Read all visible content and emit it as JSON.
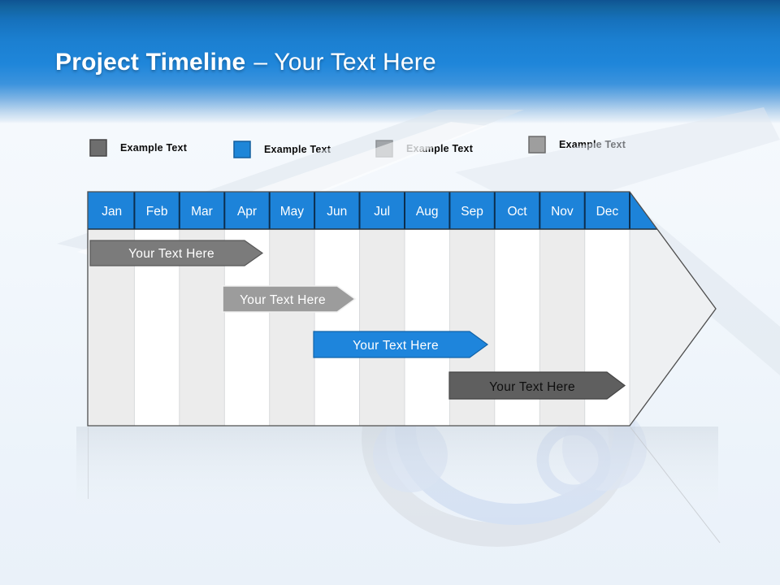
{
  "slide": {
    "title": {
      "bold": "Project Timeline",
      "light": "– Your Text Here"
    }
  },
  "legend": {
    "items": [
      {
        "label": "Example Text",
        "color": "#6e6e6e",
        "border": "#464646"
      },
      {
        "label": "Example Text",
        "color": "#1e86d8",
        "border": "#135f9e"
      },
      {
        "label": "Example Text",
        "color": "#676767",
        "border": "#414141"
      },
      {
        "label": "Example Text",
        "color": "#9e9e9e",
        "border": "#6b6b6b"
      }
    ]
  },
  "timeline": {
    "months": [
      "Jan",
      "Feb",
      "Mar",
      "Apr",
      "May",
      "Jun",
      "Jul",
      "Aug",
      "Sep",
      "Oct",
      "Nov",
      "Dec"
    ],
    "header_color": "#1d83d9",
    "bars": [
      {
        "label": "Your Text Here",
        "fill": "#7b7b7b",
        "stroke": "#585858",
        "text_color": "#ffffff",
        "start": "Jan",
        "end": "mid-Apr"
      },
      {
        "label": "Your Text Here",
        "fill": "#9c9c9c",
        "stroke": "#f0f0f0",
        "text_color": "#ffffff",
        "start": "Apr",
        "end": "mid-Jun"
      },
      {
        "label": "Your Text Here",
        "fill": "#1e85dc",
        "stroke": "#1263a8",
        "text_color": "#ffffff",
        "start": "Jun",
        "end": "mid-Sep"
      },
      {
        "label": "Your Text Here",
        "fill": "#5f5f5f",
        "stroke": "#454545",
        "text_color": "#0f0f0f",
        "start": "Sep",
        "end": "Dec"
      }
    ]
  }
}
